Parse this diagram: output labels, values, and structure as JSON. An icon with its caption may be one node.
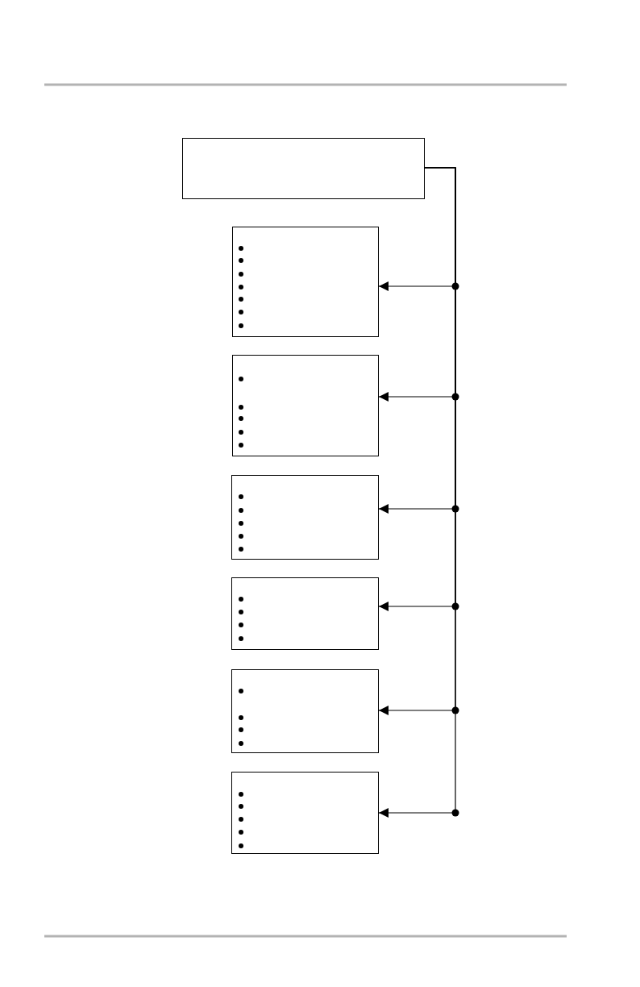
{
  "diagram": {
    "nodes": [
      {
        "text": [],
        "shape": "box"
      },
      {
        "text": [],
        "shape": "box"
      },
      {
        "text": [],
        "shape": "box"
      },
      {
        "text": [],
        "shape": "box"
      },
      {
        "text": [],
        "shape": "box"
      },
      {
        "text": [],
        "shape": "box"
      },
      {
        "text": [],
        "shape": "box"
      }
    ],
    "edges": [
      {
        "from": 0,
        "to": 1,
        "arrow": "to"
      },
      {
        "from": 0,
        "to": 2,
        "arrow": "to"
      },
      {
        "from": 0,
        "to": 3,
        "arrow": "to"
      },
      {
        "from": 0,
        "to": 4,
        "arrow": "to"
      },
      {
        "from": 0,
        "to": 5,
        "arrow": "to"
      },
      {
        "from": 0,
        "to": 6,
        "arrow": "to"
      }
    ]
  }
}
